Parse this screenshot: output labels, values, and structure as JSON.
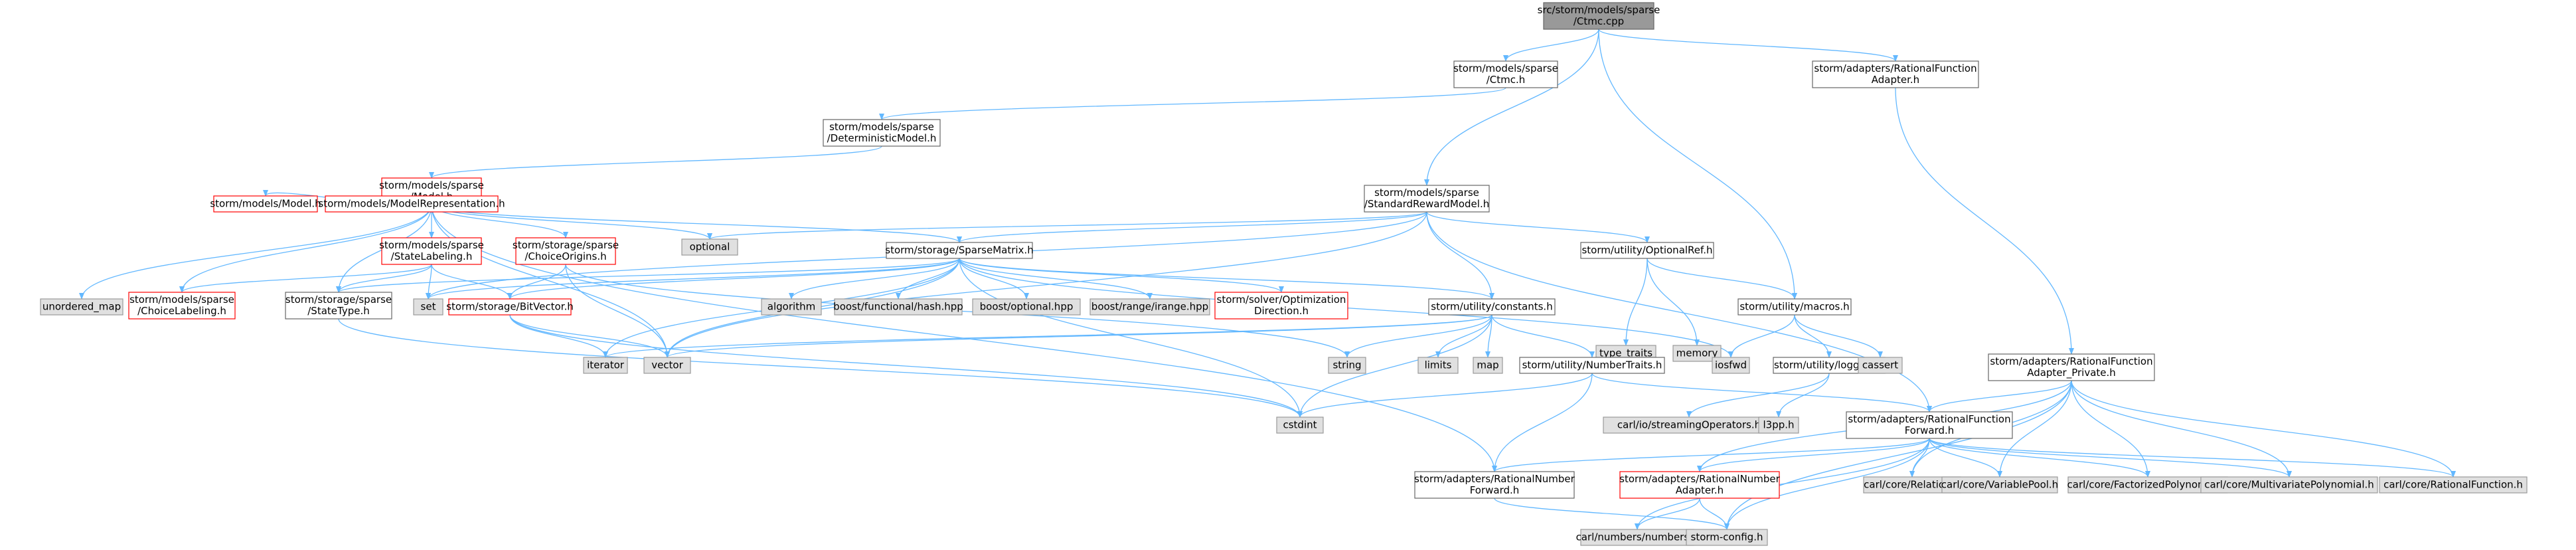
{
  "colors": {
    "edge": "#63b8ff",
    "root_fill": "#999999",
    "root_stroke": "#666666",
    "internal_fill": "#ffffff",
    "internal_stroke": "#666666",
    "truncated_fill": "#ffffff",
    "truncated_stroke": "#ff0000",
    "external_fill": "#e0e0e0",
    "external_stroke": "#999999"
  },
  "nodes": [
    {
      "id": "ctmc_cpp",
      "lines": [
        "src/storm/models/sparse",
        "/Ctmc.cpp"
      ],
      "kind": "root"
    },
    {
      "id": "ctmc_h",
      "lines": [
        "storm/models/sparse",
        "/Ctmc.h"
      ],
      "kind": "internal"
    },
    {
      "id": "ratfun_adapter",
      "lines": [
        "storm/adapters/RationalFunction",
        "Adapter.h"
      ],
      "kind": "internal"
    },
    {
      "id": "det_model",
      "lines": [
        "storm/models/sparse",
        "/DeterministicModel.h"
      ],
      "kind": "internal"
    },
    {
      "id": "std_reward",
      "lines": [
        "storm/models/sparse",
        "/StandardRewardModel.h"
      ],
      "kind": "internal"
    },
    {
      "id": "model_h",
      "lines": [
        "storm/models/sparse",
        "/Model.h"
      ],
      "kind": "truncated"
    },
    {
      "id": "models_model",
      "lines": [
        "storm/models/Model.h"
      ],
      "kind": "truncated"
    },
    {
      "id": "model_repr",
      "lines": [
        "storm/models/ModelRepresentation.h"
      ],
      "kind": "truncated"
    },
    {
      "id": "state_labeling",
      "lines": [
        "storm/models/sparse",
        "/StateLabeling.h"
      ],
      "kind": "truncated"
    },
    {
      "id": "choice_origins",
      "lines": [
        "storm/storage/sparse",
        "/ChoiceOrigins.h"
      ],
      "kind": "truncated"
    },
    {
      "id": "optional",
      "lines": [
        "optional"
      ],
      "kind": "external"
    },
    {
      "id": "sparse_matrix",
      "lines": [
        "storm/storage/SparseMatrix.h"
      ],
      "kind": "internal"
    },
    {
      "id": "optional_ref",
      "lines": [
        "storm/utility/OptionalRef.h"
      ],
      "kind": "internal"
    },
    {
      "id": "ratfun_adapter_priv",
      "lines": [
        "storm/adapters/RationalFunction",
        "Adapter_Private.h"
      ],
      "kind": "internal"
    },
    {
      "id": "unordered_map",
      "lines": [
        "unordered_map"
      ],
      "kind": "external"
    },
    {
      "id": "choice_labeling",
      "lines": [
        "storm/models/sparse",
        "/ChoiceLabeling.h"
      ],
      "kind": "truncated"
    },
    {
      "id": "state_type",
      "lines": [
        "storm/storage/sparse",
        "/StateType.h"
      ],
      "kind": "internal"
    },
    {
      "id": "set",
      "lines": [
        "set"
      ],
      "kind": "external"
    },
    {
      "id": "bitvector",
      "lines": [
        "storm/storage/BitVector.h"
      ],
      "kind": "truncated"
    },
    {
      "id": "algorithm",
      "lines": [
        "algorithm"
      ],
      "kind": "external"
    },
    {
      "id": "boost_hash",
      "lines": [
        "boost/functional/hash.hpp"
      ],
      "kind": "external"
    },
    {
      "id": "boost_optional",
      "lines": [
        "boost/optional.hpp"
      ],
      "kind": "external"
    },
    {
      "id": "boost_irange",
      "lines": [
        "boost/range/irange.hpp"
      ],
      "kind": "external"
    },
    {
      "id": "opt_direction",
      "lines": [
        "storm/solver/Optimization",
        "Direction.h"
      ],
      "kind": "truncated"
    },
    {
      "id": "constants",
      "lines": [
        "storm/utility/constants.h"
      ],
      "kind": "internal"
    },
    {
      "id": "type_traits",
      "lines": [
        "type_traits"
      ],
      "kind": "external"
    },
    {
      "id": "memory",
      "lines": [
        "memory"
      ],
      "kind": "external"
    },
    {
      "id": "macros",
      "lines": [
        "storm/utility/macros.h"
      ],
      "kind": "internal"
    },
    {
      "id": "iterator",
      "lines": [
        "iterator"
      ],
      "kind": "external"
    },
    {
      "id": "vector",
      "lines": [
        "vector"
      ],
      "kind": "external"
    },
    {
      "id": "string",
      "lines": [
        "string"
      ],
      "kind": "external"
    },
    {
      "id": "limits",
      "lines": [
        "limits"
      ],
      "kind": "external"
    },
    {
      "id": "map",
      "lines": [
        "map"
      ],
      "kind": "external"
    },
    {
      "id": "number_traits",
      "lines": [
        "storm/utility/NumberTraits.h"
      ],
      "kind": "internal"
    },
    {
      "id": "iosfwd",
      "lines": [
        "iosfwd"
      ],
      "kind": "external"
    },
    {
      "id": "logging",
      "lines": [
        "storm/utility/logging.h"
      ],
      "kind": "internal"
    },
    {
      "id": "cassert",
      "lines": [
        "cassert"
      ],
      "kind": "external"
    },
    {
      "id": "cstdint",
      "lines": [
        "cstdint"
      ],
      "kind": "external"
    },
    {
      "id": "carl_streaming",
      "lines": [
        "carl/io/streamingOperators.h"
      ],
      "kind": "external"
    },
    {
      "id": "l3pp",
      "lines": [
        "l3pp.h"
      ],
      "kind": "external"
    },
    {
      "id": "ratfun_forward",
      "lines": [
        "storm/adapters/RationalFunction",
        "Forward.h"
      ],
      "kind": "internal"
    },
    {
      "id": "ratnum_forward",
      "lines": [
        "storm/adapters/RationalNumber",
        "Forward.h"
      ],
      "kind": "internal"
    },
    {
      "id": "ratnum_adapter",
      "lines": [
        "storm/adapters/RationalNumber",
        "Adapter.h"
      ],
      "kind": "truncated"
    },
    {
      "id": "carl_relation",
      "lines": [
        "carl/core/Relation.h"
      ],
      "kind": "external"
    },
    {
      "id": "carl_varpool",
      "lines": [
        "carl/core/VariablePool.h"
      ],
      "kind": "external"
    },
    {
      "id": "carl_factpoly",
      "lines": [
        "carl/core/FactorizedPolynomial.h"
      ],
      "kind": "external"
    },
    {
      "id": "carl_multipoly",
      "lines": [
        "carl/core/MultivariatePolynomial.h"
      ],
      "kind": "external"
    },
    {
      "id": "carl_ratfun",
      "lines": [
        "carl/core/RationalFunction.h"
      ],
      "kind": "external"
    },
    {
      "id": "carl_numbers",
      "lines": [
        "carl/numbers/numbers.h"
      ],
      "kind": "external"
    },
    {
      "id": "storm_config",
      "lines": [
        "storm-config.h"
      ],
      "kind": "external"
    }
  ],
  "edges": [
    [
      "ctmc_cpp",
      "ctmc_h"
    ],
    [
      "ctmc_cpp",
      "ratfun_adapter"
    ],
    [
      "ctmc_cpp",
      "std_reward"
    ],
    [
      "ctmc_cpp",
      "macros"
    ],
    [
      "ctmc_h",
      "det_model"
    ],
    [
      "det_model",
      "model_h"
    ],
    [
      "ratfun_adapter",
      "ratfun_adapter_priv"
    ],
    [
      "model_h",
      "models_model"
    ],
    [
      "model_h",
      "model_repr"
    ],
    [
      "model_h",
      "state_labeling"
    ],
    [
      "model_h",
      "choice_origins"
    ],
    [
      "model_h",
      "optional"
    ],
    [
      "model_h",
      "sparse_matrix"
    ],
    [
      "model_h",
      "unordered_map"
    ],
    [
      "model_h",
      "choice_labeling"
    ],
    [
      "model_h",
      "state_type"
    ],
    [
      "model_h",
      "vector"
    ],
    [
      "model_h",
      "ratnum_forward"
    ],
    [
      "std_reward",
      "optional"
    ],
    [
      "std_reward",
      "sparse_matrix"
    ],
    [
      "std_reward",
      "optional_ref"
    ],
    [
      "std_reward",
      "constants"
    ],
    [
      "std_reward",
      "ratfun_forward"
    ],
    [
      "std_reward",
      "vector"
    ],
    [
      "std_reward",
      "set"
    ],
    [
      "state_labeling",
      "bitvector"
    ],
    [
      "state_labeling",
      "set"
    ],
    [
      "state_labeling",
      "state_type"
    ],
    [
      "state_labeling",
      "choice_labeling"
    ],
    [
      "choice_origins",
      "bitvector"
    ],
    [
      "choice_origins",
      "vector"
    ],
    [
      "choice_origins",
      "string"
    ],
    [
      "sparse_matrix",
      "algorithm"
    ],
    [
      "sparse_matrix",
      "boost_hash"
    ],
    [
      "sparse_matrix",
      "boost_optional"
    ],
    [
      "sparse_matrix",
      "boost_irange"
    ],
    [
      "sparse_matrix",
      "opt_direction"
    ],
    [
      "sparse_matrix",
      "constants"
    ],
    [
      "sparse_matrix",
      "bitvector"
    ],
    [
      "sparse_matrix",
      "iterator"
    ],
    [
      "sparse_matrix",
      "vector"
    ],
    [
      "sparse_matrix",
      "set"
    ],
    [
      "sparse_matrix",
      "cstdint"
    ],
    [
      "sparse_matrix",
      "iosfwd"
    ],
    [
      "sparse_matrix",
      "state_type"
    ],
    [
      "optional_ref",
      "type_traits"
    ],
    [
      "optional_ref",
      "memory"
    ],
    [
      "optional_ref",
      "macros"
    ],
    [
      "macros",
      "iosfwd"
    ],
    [
      "macros",
      "cassert"
    ],
    [
      "macros",
      "logging"
    ],
    [
      "logging",
      "carl_streaming"
    ],
    [
      "logging",
      "l3pp"
    ],
    [
      "constants",
      "vector"
    ],
    [
      "constants",
      "string"
    ],
    [
      "constants",
      "limits"
    ],
    [
      "constants",
      "map"
    ],
    [
      "constants",
      "number_traits"
    ],
    [
      "constants",
      "cstdint"
    ],
    [
      "constants",
      "iterator"
    ],
    [
      "number_traits",
      "cstdint"
    ],
    [
      "number_traits",
      "ratfun_forward"
    ],
    [
      "number_traits",
      "ratnum_forward"
    ],
    [
      "bitvector",
      "iterator"
    ],
    [
      "bitvector",
      "vector"
    ],
    [
      "bitvector",
      "cstdint"
    ],
    [
      "state_type",
      "cstdint"
    ],
    [
      "ratfun_adapter_priv",
      "ratfun_forward"
    ],
    [
      "ratfun_adapter_priv",
      "ratnum_adapter"
    ],
    [
      "ratfun_adapter_priv",
      "carl_relation"
    ],
    [
      "ratfun_adapter_priv",
      "carl_varpool"
    ],
    [
      "ratfun_adapter_priv",
      "carl_factpoly"
    ],
    [
      "ratfun_adapter_priv",
      "carl_multipoly"
    ],
    [
      "ratfun_adapter_priv",
      "carl_ratfun"
    ],
    [
      "ratfun_adapter_priv",
      "storm_config"
    ],
    [
      "ratfun_forward",
      "ratnum_forward"
    ],
    [
      "ratfun_forward",
      "ratnum_adapter"
    ],
    [
      "ratfun_forward",
      "carl_relation"
    ],
    [
      "ratfun_forward",
      "carl_varpool"
    ],
    [
      "ratfun_forward",
      "carl_factpoly"
    ],
    [
      "ratfun_forward",
      "carl_multipoly"
    ],
    [
      "ratfun_forward",
      "carl_ratfun"
    ],
    [
      "ratfun_forward",
      "storm_config"
    ],
    [
      "ratfun_forward",
      "carl_numbers"
    ],
    [
      "ratnum_forward",
      "storm_config"
    ],
    [
      "ratnum_adapter",
      "carl_numbers"
    ],
    [
      "ratnum_adapter",
      "storm_config"
    ]
  ]
}
